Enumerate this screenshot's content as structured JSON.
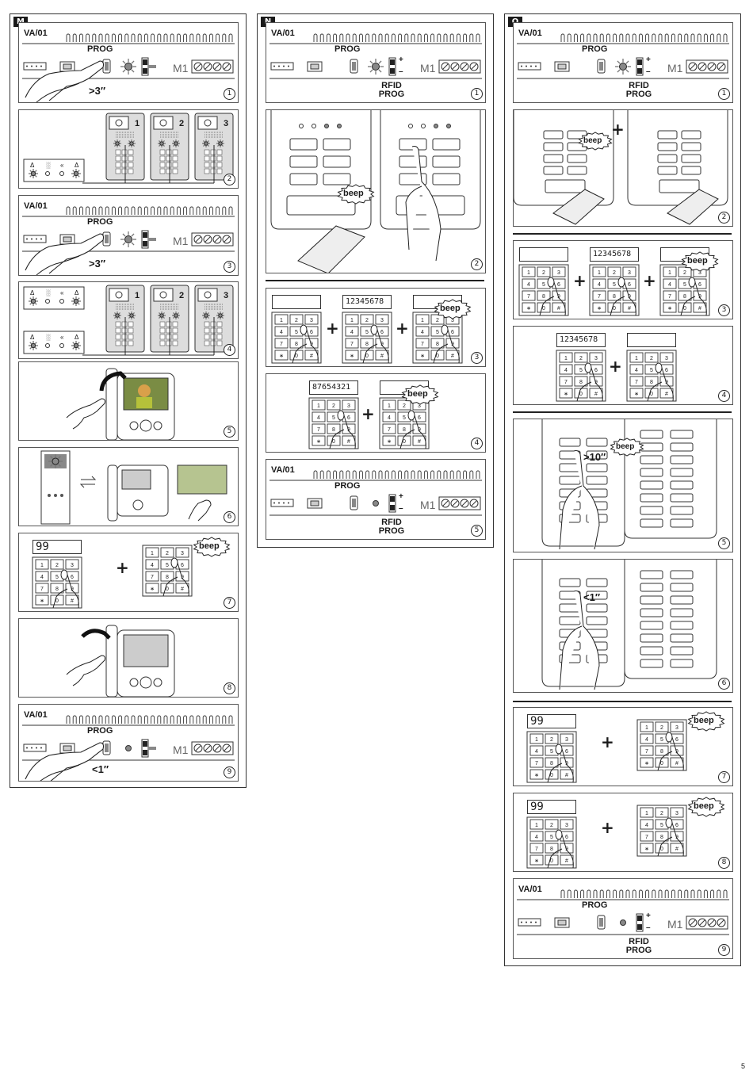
{
  "sections": [
    {
      "id": "M",
      "steps": [
        "1",
        "2",
        "3",
        "4",
        "5",
        "6",
        "7",
        "8",
        "9"
      ]
    },
    {
      "id": "N",
      "steps": [
        "1",
        "2",
        "3",
        "4",
        "5"
      ]
    },
    {
      "id": "O",
      "steps": [
        "1",
        "2",
        "3",
        "4",
        "5",
        "6",
        "7",
        "8",
        "9"
      ]
    }
  ],
  "board": {
    "model": "VA/01",
    "prog": "PROG",
    "m1": "M1",
    "rfid": "RFID",
    "rfid_prog": "PROG"
  },
  "timings": {
    "gt3": ">3″",
    "lt1": "<1″",
    "gt10": ">10″"
  },
  "beep": "beep",
  "keypad_keys": [
    "1",
    "2",
    "3",
    "4",
    "5",
    "6",
    "7",
    "8",
    "9",
    "∗",
    "0",
    "#"
  ],
  "codes": {
    "code_a": "12345678",
    "code_b": "87654321",
    "code_99": "99"
  },
  "plus": "+",
  "button_numbers": [
    "1",
    "2",
    "3"
  ],
  "page_number": "5"
}
